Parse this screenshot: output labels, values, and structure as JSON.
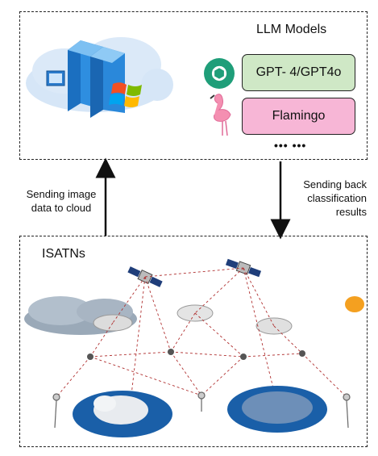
{
  "cloud_panel": {
    "title": "LLM Models",
    "models": [
      {
        "name": "GPT- 4/GPT4o",
        "icon": "openai-logo-icon",
        "fill": "#cfe8c6"
      },
      {
        "name": "Flamingo",
        "icon": "flamingo-icon",
        "fill": "#f7b6d6"
      }
    ],
    "ellipsis": "•••  •••"
  },
  "arrows": {
    "up_label_line1": "Sending image",
    "up_label_line2": "data to cloud",
    "down_label_line1": "Sending back",
    "down_label_line2": "classification",
    "down_label_line3": "results"
  },
  "network_panel": {
    "title": "ISATNs"
  },
  "colors": {
    "gpt_fill": "#cfe8c6",
    "flamingo_fill": "#f7b6d6",
    "link_color": "#b03030",
    "cloud_blue": "#cfe3f6",
    "server_blue": "#1f7fd0"
  }
}
